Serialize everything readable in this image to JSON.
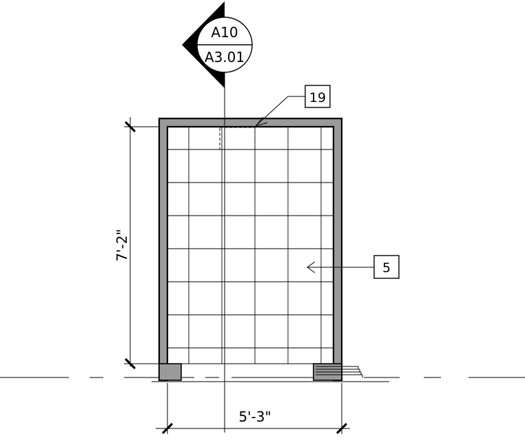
{
  "section_marker": {
    "detail_number": "A10",
    "sheet_number": "A3.01"
  },
  "keynotes": [
    {
      "id": "keynote-19",
      "label": "19"
    },
    {
      "id": "keynote-5",
      "label": "5"
    }
  ],
  "dimensions": {
    "height": "7'-2\"",
    "width": "5'-3\""
  }
}
